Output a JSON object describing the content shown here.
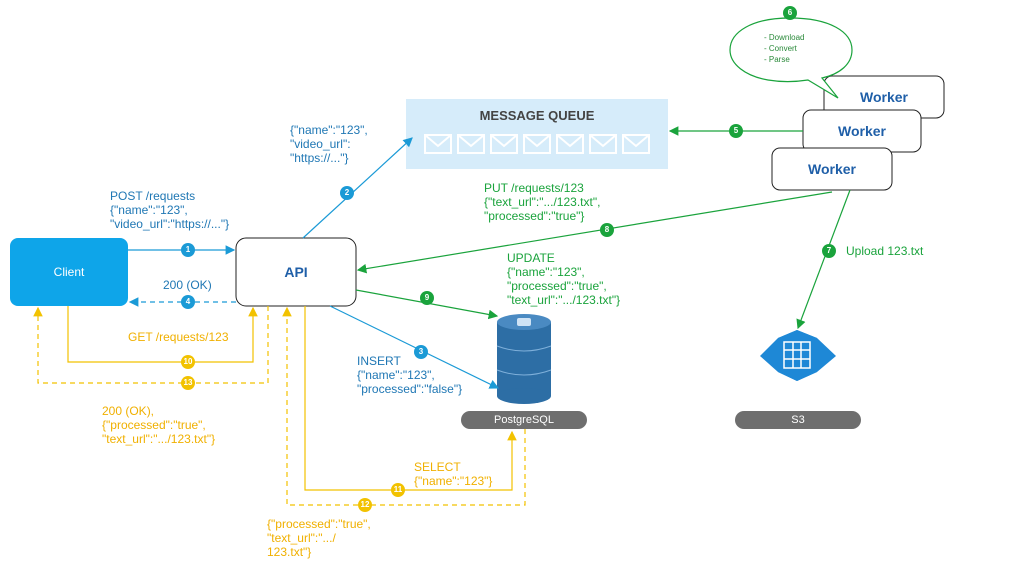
{
  "nodes": {
    "client": "Client",
    "api": "API",
    "queue": "MESSAGE QUEUE",
    "worker1": "Worker",
    "worker2": "Worker",
    "worker3": "Worker",
    "db": "PostgreSQL",
    "s3": "S3"
  },
  "bubble": {
    "lines": [
      "- Download",
      "- Convert",
      "- Parse"
    ]
  },
  "steps": [
    {
      "n": "1",
      "text": "POST /requests\n{\"name\":\"123\",\n\"video_url\":\"https://...\"}"
    },
    {
      "n": "2",
      "text": "{\"name\":\"123\",\n\"video_url\":\n\"https://...\"}"
    },
    {
      "n": "3",
      "text": "INSERT\n{\"name\":\"123\",\n\"processed\":\"false\"}"
    },
    {
      "n": "4",
      "text": "200 (OK)"
    },
    {
      "n": "5",
      "text": ""
    },
    {
      "n": "6",
      "text": ""
    },
    {
      "n": "7",
      "text": "Upload 123.txt"
    },
    {
      "n": "8",
      "text": "PUT /requests/123\n{\"text_url\":\".../123.txt\",\n\"processed\":\"true\"}"
    },
    {
      "n": "9",
      "text": "UPDATE\n{\"name\":\"123\",\n\"processed\":\"true\",\n\"text_url\":\".../123.txt\"}"
    },
    {
      "n": "10",
      "text": "GET /requests/123"
    },
    {
      "n": "11",
      "text": "SELECT\n{\"name\":\"123\"}"
    },
    {
      "n": "12",
      "text": "{\"processed\":\"true\",\n\"text_url\":\".../\n123.txt\"}"
    },
    {
      "n": "13",
      "text": "200 (OK),\n{\"processed\":\"true\",\n\"text_url\":\".../123.txt\"}"
    }
  ],
  "colors": {
    "blue": "#1b9ad6",
    "green": "#1aa33c",
    "orange": "#f2c200",
    "client_fill": "#0ea5e9",
    "queue_fill": "#d6ecfa",
    "db_fill": "#2d6ea5",
    "s3_fill": "#1e88d6"
  }
}
